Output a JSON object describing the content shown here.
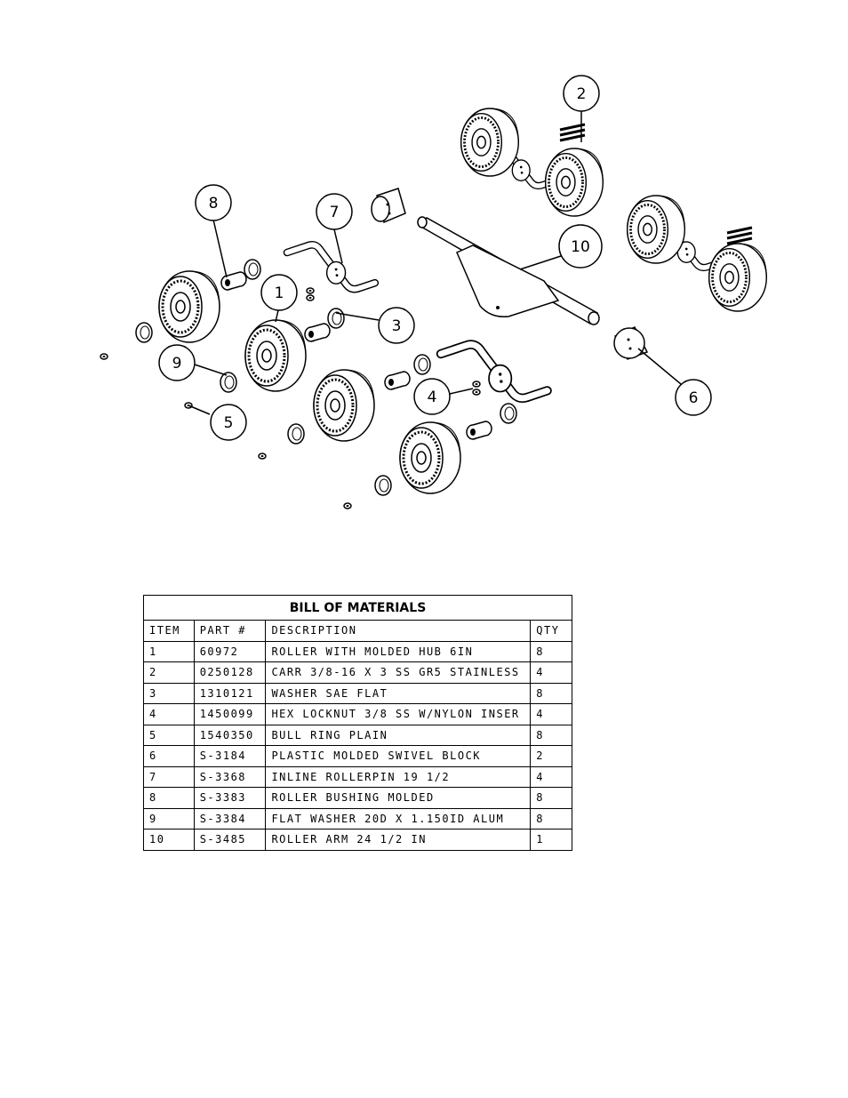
{
  "callouts": [
    "1",
    "2",
    "3",
    "4",
    "5",
    "6",
    "7",
    "8",
    "9",
    "10"
  ],
  "bom": {
    "title": "BILL OF MATERIALS",
    "headers": [
      "ITEM",
      "PART #",
      "DESCRIPTION",
      "QTY"
    ],
    "rows": [
      [
        "1",
        "60972",
        "ROLLER WITH MOLDED HUB  6IN",
        "8"
      ],
      [
        "2",
        "0250128",
        "CARR 3/8-16 X 3 SS GR5 STAINLESS",
        "4"
      ],
      [
        "3",
        "1310121",
        "WASHER SAE FLAT",
        "8"
      ],
      [
        "4",
        "1450099",
        "HEX LOCKNUT 3/8 SS W/NYLON INSER",
        "4"
      ],
      [
        "5",
        "1540350",
        "BULL RING PLAIN",
        "8"
      ],
      [
        "6",
        "S-3184",
        "PLASTIC MOLDED SWIVEL BLOCK",
        "2"
      ],
      [
        "7",
        "S-3368",
        "INLINE ROLLERPIN 19 1/2",
        "4"
      ],
      [
        "8",
        "S-3383",
        "ROLLER BUSHING MOLDED",
        "8"
      ],
      [
        "9",
        "S-3384",
        "FLAT WASHER  20D X 1.150ID  ALUM",
        "8"
      ],
      [
        "10",
        "S-3485",
        "ROLLER ARM   24 1/2 IN",
        "1"
      ]
    ]
  }
}
